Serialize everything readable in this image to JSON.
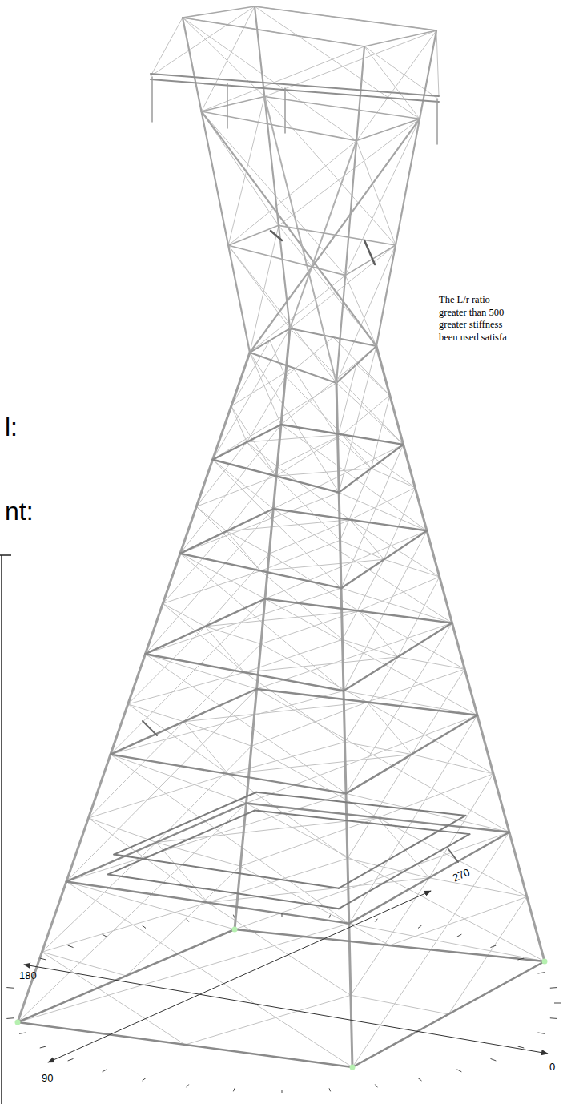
{
  "diagram": {
    "labels": [
      "l:",
      "nt:",
      "The L/r ratio",
      "greater than 500",
      "greater stiffness",
      "been used satisfa",
      "270",
      "180",
      "0",
      "90"
    ]
  }
}
